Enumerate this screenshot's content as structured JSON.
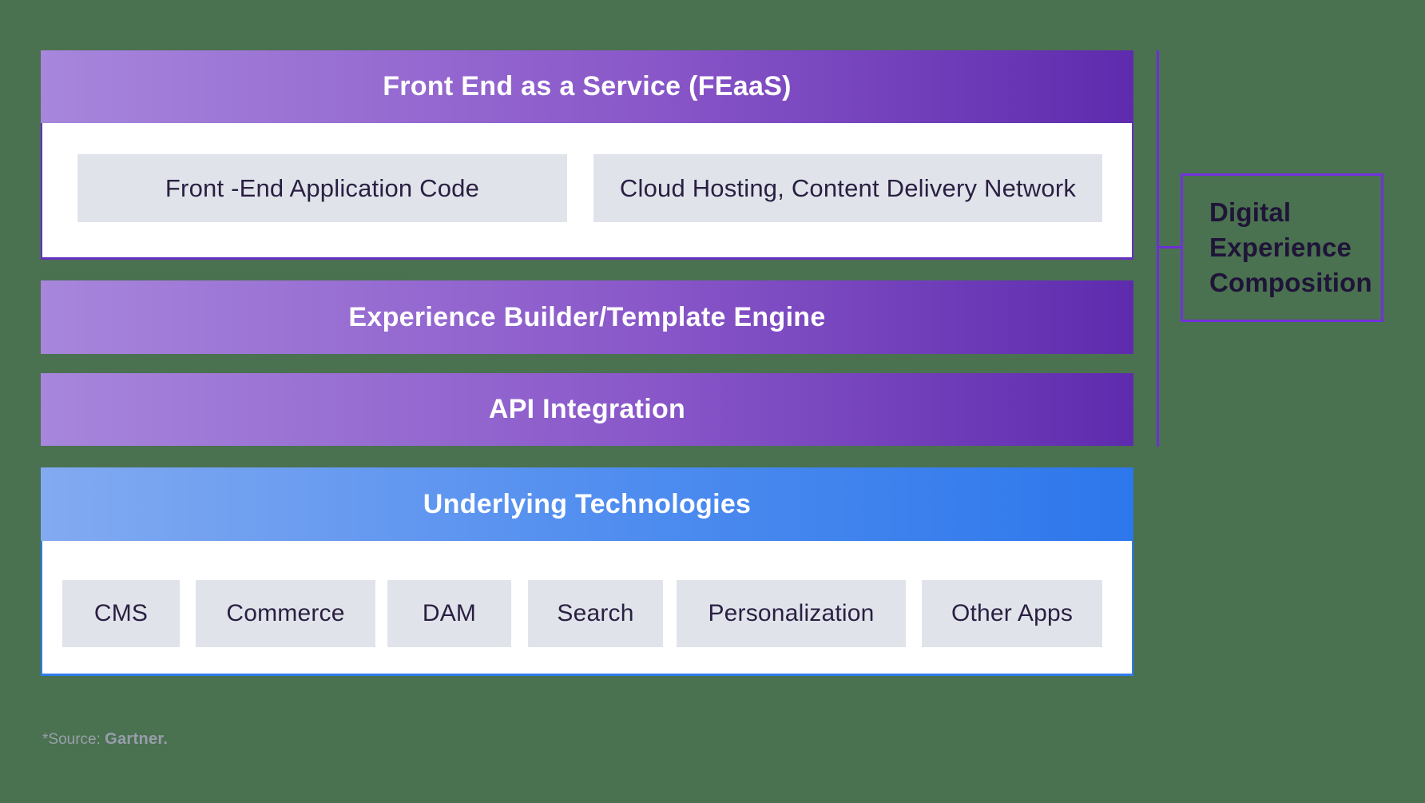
{
  "stack": {
    "feaas": {
      "title": "Front End as a Service (FEaaS)",
      "items": [
        "Front -End Application Code",
        "Cloud Hosting, Content Delivery Network"
      ]
    },
    "experience_builder": {
      "title": "Experience Builder/Template Engine"
    },
    "api_integration": {
      "title": "API Integration"
    },
    "underlying": {
      "title": "Underlying Technologies",
      "items": [
        "CMS",
        "Commerce",
        "DAM",
        "Search",
        "Personalization",
        "Other Apps"
      ]
    }
  },
  "bracket": {
    "label": "Digital Experience Composition"
  },
  "source": {
    "prefix": "*Source: ",
    "name": "Gartner."
  },
  "colors": {
    "background": "#4a7150",
    "purple_gradient_start": "#a786dc",
    "purple_gradient_end": "#5e2bae",
    "blue_gradient_start": "#82aaf1",
    "blue_gradient_end": "#2d77ec",
    "chip_gray": "#e0e4ea",
    "chip_text": "#2a1f42",
    "panel_border_purple": "#6530bf",
    "panel_border_blue": "#2f7cee",
    "bracket_purple": "#6e2ed6",
    "dec_text": "#1f1438",
    "source_text": "#99a0ab"
  }
}
